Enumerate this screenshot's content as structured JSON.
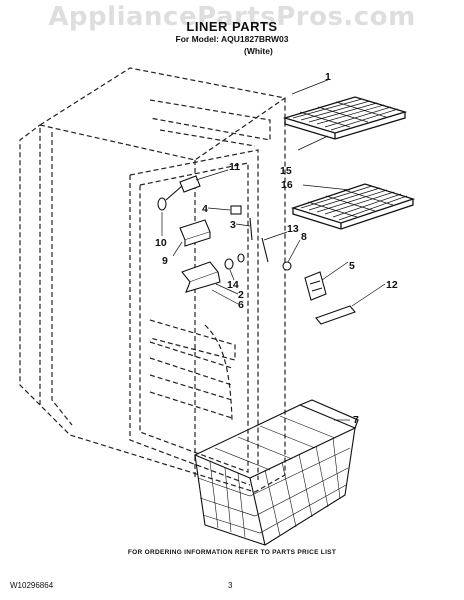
{
  "watermark": "AppliancePartsPros.com",
  "header": {
    "title": "LINER PARTS",
    "model_line": "For Model: AQU1827BRW03",
    "color_line": "(White)"
  },
  "callouts": [
    "1",
    "15",
    "16",
    "11",
    "4",
    "3",
    "13",
    "8",
    "10",
    "9",
    "14",
    "5",
    "12",
    "2",
    "6",
    "7"
  ],
  "footer": {
    "ordering_info": "FOR ORDERING INFORMATION REFER TO PARTS PRICE LIST",
    "doc_number": "W10296864",
    "page_number": "3"
  }
}
